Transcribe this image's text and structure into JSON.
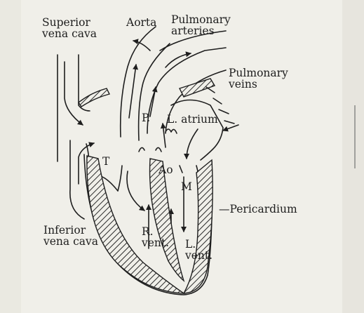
{
  "labels": {
    "superior_vena_cava": [
      "Superior",
      "vena cava"
    ],
    "aorta": "Aorta",
    "pulmonary_arteries": [
      "Pulmonary",
      "arteries"
    ],
    "pulmonary_veins": [
      "Pulmonary",
      "veins"
    ],
    "pulmonary_valve": "P.",
    "left_atrium": "L. atrium",
    "tricuspid_valve": "T",
    "aortic_valve": "Ao",
    "mitral_valve": "M",
    "pericardium": "—Pericardium",
    "inferior_vena_cava": [
      "Inferior",
      "vena cava"
    ],
    "right_ventricle": [
      "R.",
      "vent."
    ],
    "left_ventricle": [
      "L.",
      "vent."
    ]
  },
  "colors": {
    "background": "#f0efe9",
    "ink": "#1e1e1e",
    "hatch": "#2a2a2a"
  }
}
